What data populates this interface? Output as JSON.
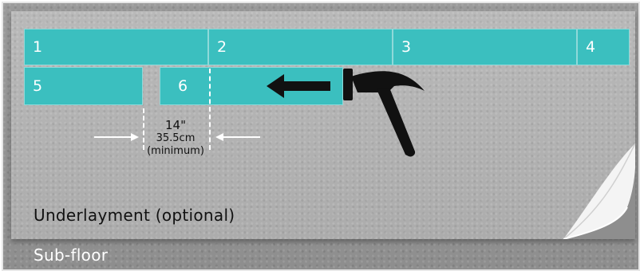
{
  "planks": {
    "p1": "1",
    "p2": "2",
    "p3": "3",
    "p4": "4",
    "p5": "5",
    "p6": "6"
  },
  "measurement": {
    "inches": "14\"",
    "cm": "35.5cm",
    "note": "(minimum)"
  },
  "layers": {
    "underlayment": "Underlayment (optional)",
    "subfloor": "Sub-floor"
  },
  "icons": {
    "hammer": "hammer-icon",
    "push_arrow": "arrow-left-icon",
    "measure_arrows": "arrow-right-icon"
  },
  "colors": {
    "plank": "#3bbfbf",
    "subfloor": "#8e8e8e",
    "underlayment": "#b5b5b5"
  }
}
